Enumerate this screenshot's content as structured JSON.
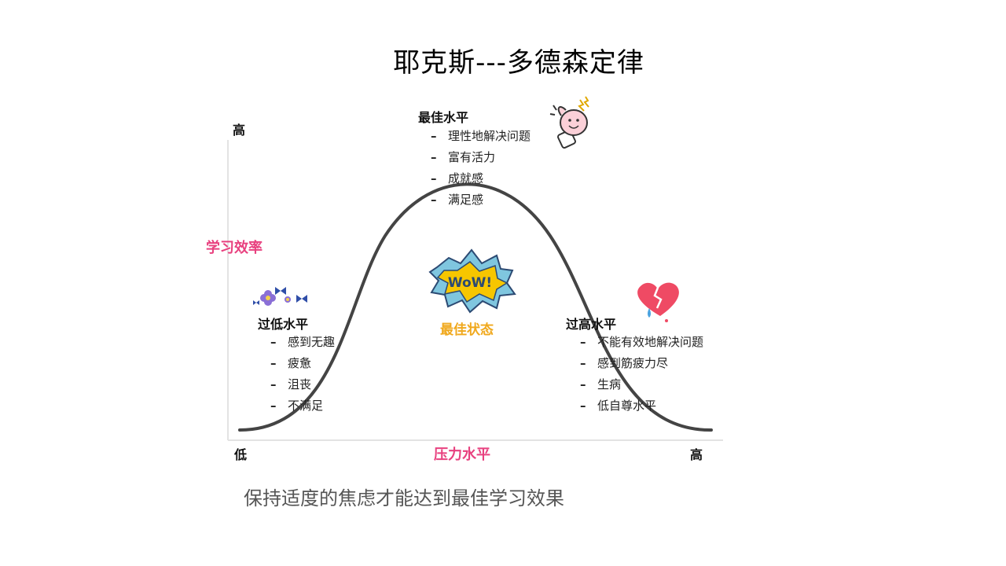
{
  "title": "耶克斯---多德森定律",
  "axes": {
    "y_label": "学习效率",
    "x_label": "压力水平",
    "y_high": "高",
    "x_low": "低",
    "x_high": "高"
  },
  "zones": {
    "optimal_top": {
      "title": "最佳水平",
      "items": [
        "理性地解决问题",
        "富有活力",
        "成就感",
        "满足感"
      ]
    },
    "low": {
      "title": "过低水平",
      "items": [
        "感到无趣",
        "疲惫",
        "沮丧",
        "不满足"
      ]
    },
    "high": {
      "title": "过高水平",
      "items": [
        "不能有效地解决问题",
        "感到筋疲力尽",
        "生病",
        "低自尊水平"
      ]
    }
  },
  "center_label": "最佳状态",
  "wow_text": "WoW!",
  "caption": "保持适度的焦虑才能达到最佳学习效果",
  "colors": {
    "axis_label": "#e8417f",
    "optimal_label": "#f0a81c",
    "curve": "#444444",
    "wow_fill": "#f7c600",
    "wow_burst": "#7fc6df"
  },
  "icons": [
    "flowers-butterflies-icon",
    "thumbs-up-icon",
    "broken-heart-icon",
    "wow-burst-icon"
  ]
}
